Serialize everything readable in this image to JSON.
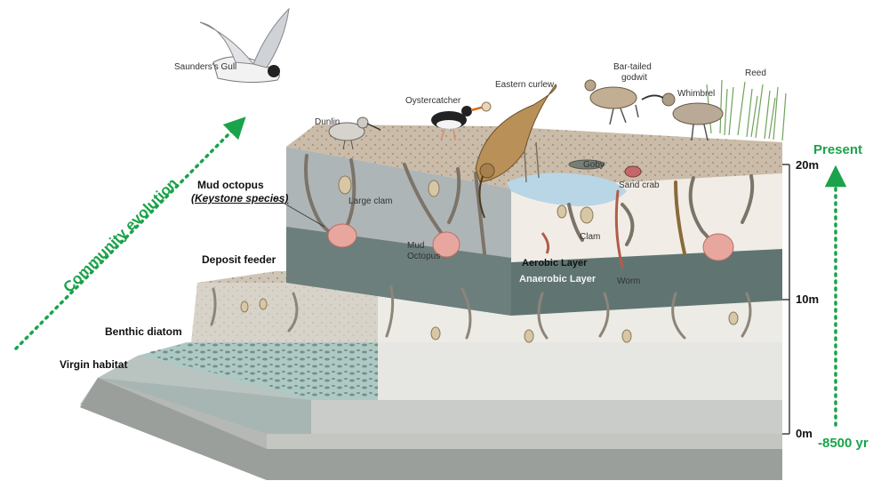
{
  "labels": {
    "saunders_gull": "Saunders's Gull",
    "dunlin": "Dunlin",
    "oystercatcher": "Oystercatcher",
    "eastern_curlew": "Eastern curlew",
    "bar_tailed_godwit_1": "Bar-tailed",
    "bar_tailed_godwit_2": "godwit",
    "reed": "Reed",
    "whimbrel": "Whimbrel",
    "goby": "Goby",
    "sand_crab": "Sand crab",
    "clam": "Clam",
    "large_clam": "Large clam",
    "mud_octopus_inner_1": "Mud",
    "mud_octopus_inner_2": "Octopus",
    "worm": "Worm",
    "aerobic_layer": "Aerobic Layer",
    "anaerobic_layer": "Anaerobic Layer",
    "mud_octopus_title": "Mud octopus",
    "keystone_species": "(Keystone species)",
    "deposit_feeder": "Deposit feeder",
    "benthic_diatom": "Benthic diatom",
    "virgin_habitat": "Virgin habitat",
    "community_evolution": "Community evolution"
  },
  "depth_axis": {
    "ticks": [
      "20m",
      "10m",
      "0m"
    ]
  },
  "time_axis": {
    "top": "Present",
    "bottom": "-8500 yr"
  },
  "colors": {
    "accent_green": "#1aa34a",
    "mud_surface": "#c9bba8",
    "aerobic_sediment": "#f0ece4",
    "anaerobic_sediment": "#5f7470",
    "upper_block_side": "#aab2b4",
    "diatom_layer": "#a9c3bf",
    "virgin_layer": "#a6b2b0"
  }
}
